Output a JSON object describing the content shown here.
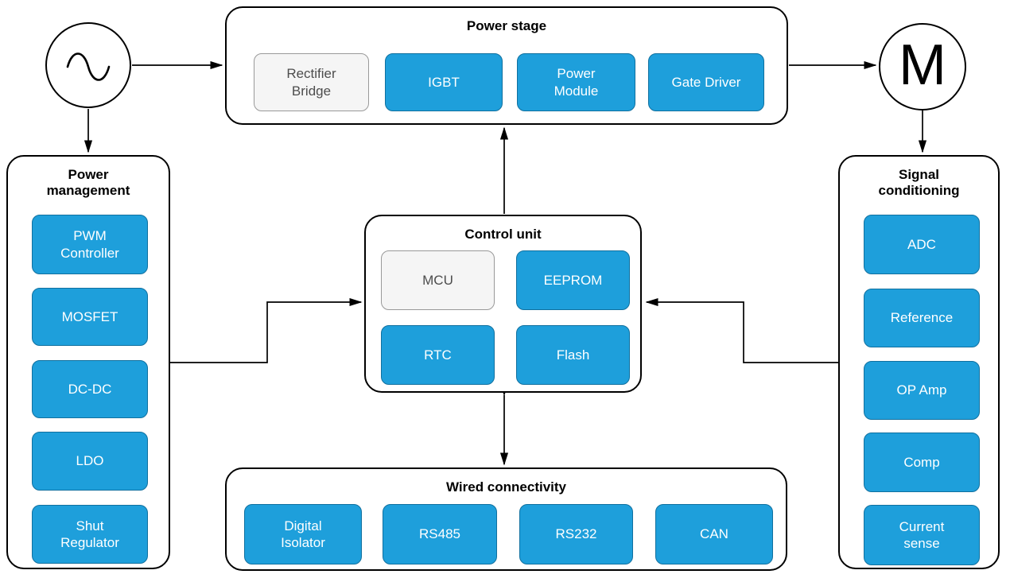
{
  "colors": {
    "block_blue": "#1E9FDB",
    "block_blue_border": "#10709F",
    "block_gray": "#F5F5F5",
    "block_gray_border": "#999999",
    "block_gray_text": "#4D4D4D",
    "line_color": "#000000"
  },
  "nodes": {
    "ac_source": {
      "icon": "sine-wave"
    },
    "motor": {
      "label": "M"
    }
  },
  "groups": [
    {
      "title": "Power stage",
      "blocks": [
        {
          "label": "Rectifier Bridge",
          "variant": "gray"
        },
        {
          "label": "IGBT",
          "variant": "blue"
        },
        {
          "label": "Power Module",
          "variant": "blue"
        },
        {
          "label": "Gate Driver",
          "variant": "blue"
        }
      ]
    },
    {
      "title": "Power management",
      "blocks": [
        {
          "label": "PWM Controller",
          "variant": "blue"
        },
        {
          "label": "MOSFET",
          "variant": "blue"
        },
        {
          "label": "DC-DC",
          "variant": "blue"
        },
        {
          "label": "LDO",
          "variant": "blue"
        },
        {
          "label": "Shut Regulator",
          "variant": "blue"
        }
      ]
    },
    {
      "title": "Control unit",
      "blocks": [
        {
          "label": "MCU",
          "variant": "gray"
        },
        {
          "label": "EEPROM",
          "variant": "blue"
        },
        {
          "label": "RTC",
          "variant": "blue"
        },
        {
          "label": "Flash",
          "variant": "blue"
        }
      ]
    },
    {
      "title": "Signal conditioning",
      "blocks": [
        {
          "label": "ADC",
          "variant": "blue"
        },
        {
          "label": "Reference",
          "variant": "blue"
        },
        {
          "label": "OP Amp",
          "variant": "blue"
        },
        {
          "label": "Comp",
          "variant": "blue"
        },
        {
          "label": "Current sense",
          "variant": "blue"
        }
      ]
    },
    {
      "title": "Wired connectivity",
      "blocks": [
        {
          "label": "Digital Isolator",
          "variant": "blue"
        },
        {
          "label": "RS485",
          "variant": "blue"
        },
        {
          "label": "RS232",
          "variant": "blue"
        },
        {
          "label": "CAN",
          "variant": "blue"
        }
      ]
    }
  ],
  "connections": [
    {
      "from": "ac-source",
      "to": "power-stage",
      "style": "arrow"
    },
    {
      "from": "ac-source",
      "to": "power-management",
      "style": "arrow"
    },
    {
      "from": "power-stage",
      "to": "motor",
      "style": "arrow"
    },
    {
      "from": "motor",
      "to": "signal-conditioning",
      "style": "arrow"
    },
    {
      "from": "control-unit",
      "to": "power-stage",
      "style": "arrow"
    },
    {
      "from": "power-management",
      "to": "control-unit",
      "style": "elbow-arrow"
    },
    {
      "from": "signal-conditioning",
      "to": "control-unit",
      "style": "elbow-arrow"
    },
    {
      "from": "control-unit",
      "to": "wired-connectivity",
      "style": "double-arrow"
    }
  ]
}
